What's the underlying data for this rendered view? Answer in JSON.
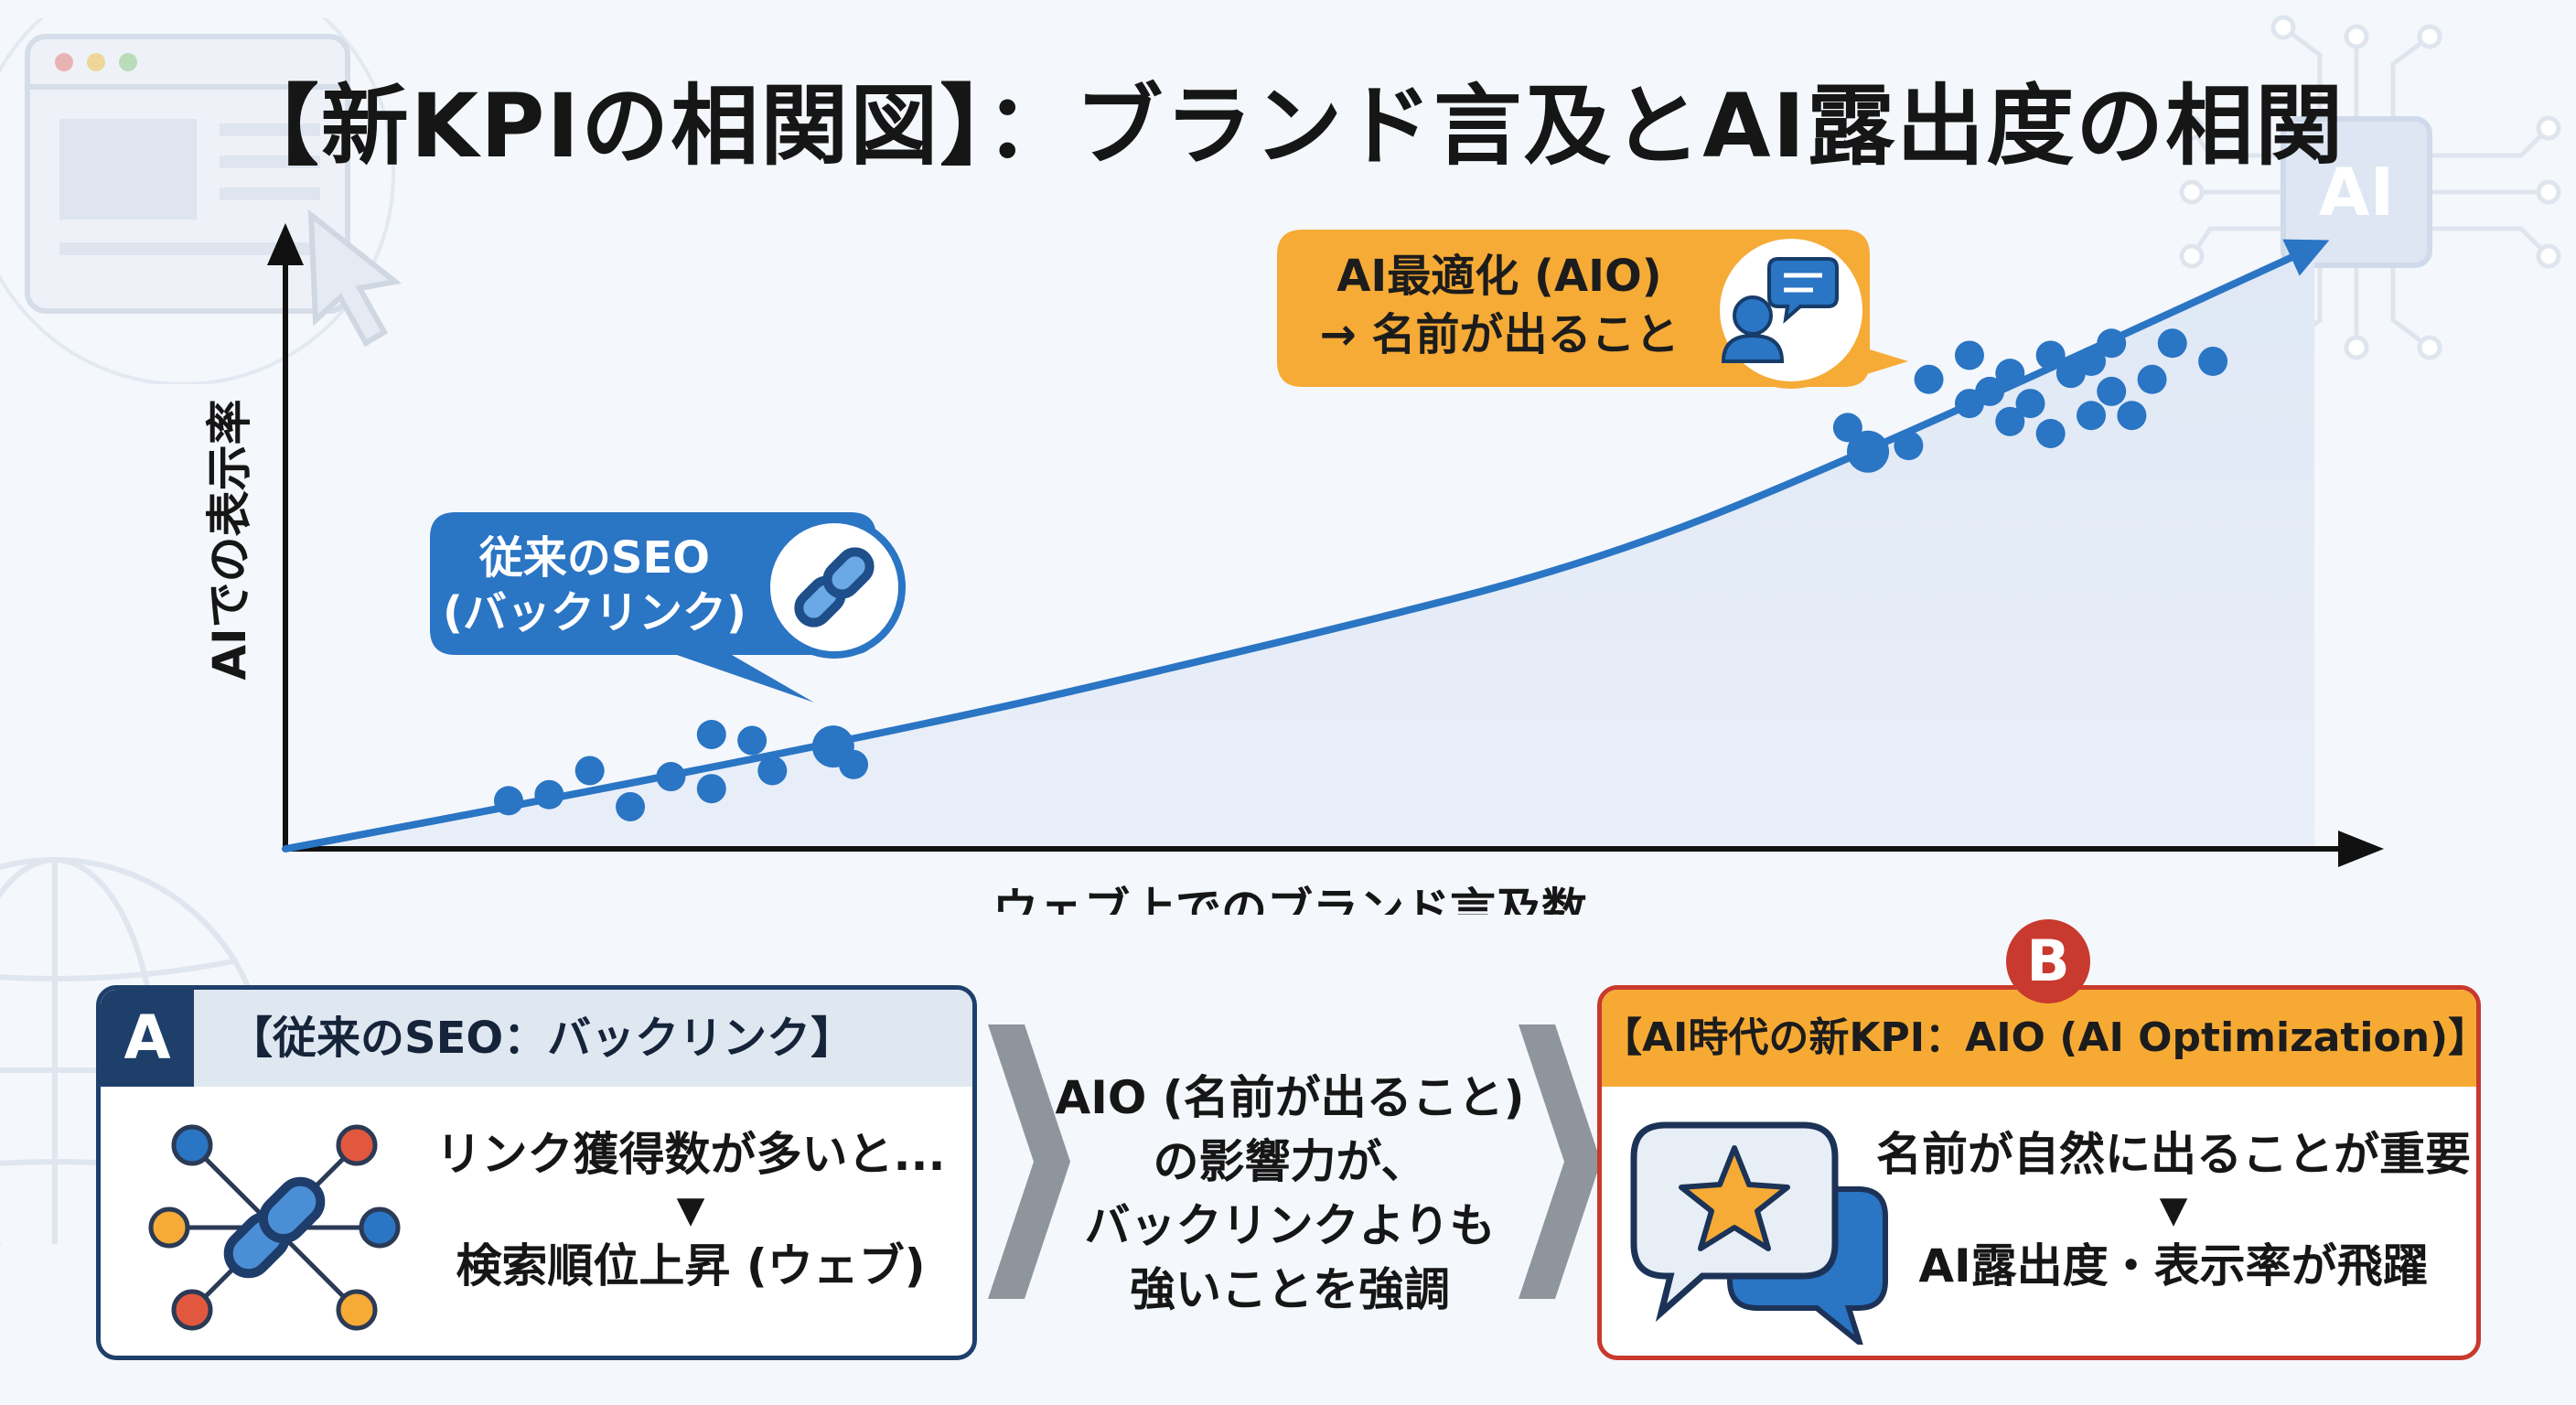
{
  "title": "【新KPIの相関図】：ブランド言及とAI露出度の相関",
  "chart_data": {
    "type": "scatter",
    "ylabel": "AIでの表示率",
    "xlabel": "ウェブ上でのブランド言及数",
    "xlim": [
      0,
      100
    ],
    "ylim": [
      0,
      100
    ],
    "grid": false,
    "series": [
      {
        "values": [
          {
            "x": 11,
            "y": 8
          },
          {
            "x": 13,
            "y": 9
          },
          {
            "x": 15,
            "y": 13
          },
          {
            "x": 17,
            "y": 7
          },
          {
            "x": 19,
            "y": 12
          },
          {
            "x": 21,
            "y": 10
          },
          {
            "x": 21,
            "y": 19
          },
          {
            "x": 23,
            "y": 18
          },
          {
            "x": 24,
            "y": 13
          },
          {
            "x": 27,
            "y": 16
          },
          {
            "x": 28,
            "y": 14
          },
          {
            "x": 77,
            "y": 70
          },
          {
            "x": 80,
            "y": 67
          },
          {
            "x": 81,
            "y": 78
          },
          {
            "x": 83,
            "y": 74
          },
          {
            "x": 83,
            "y": 82
          },
          {
            "x": 84,
            "y": 76
          },
          {
            "x": 85,
            "y": 71
          },
          {
            "x": 85,
            "y": 79
          },
          {
            "x": 86,
            "y": 74
          },
          {
            "x": 87,
            "y": 69
          },
          {
            "x": 87,
            "y": 82
          },
          {
            "x": 88,
            "y": 79
          },
          {
            "x": 89,
            "y": 72
          },
          {
            "x": 89,
            "y": 81
          },
          {
            "x": 90,
            "y": 76
          },
          {
            "x": 90,
            "y": 84
          },
          {
            "x": 91,
            "y": 72
          },
          {
            "x": 92,
            "y": 78
          },
          {
            "x": 93,
            "y": 84
          },
          {
            "x": 95,
            "y": 81
          }
        ]
      }
    ],
    "trend": [
      {
        "x": 0,
        "y": 0
      },
      {
        "x": 27,
        "y": 17
      },
      {
        "x": 50,
        "y": 35
      },
      {
        "x": 65,
        "y": 48
      },
      {
        "x": 78,
        "y": 66
      },
      {
        "x": 100,
        "y": 100
      }
    ],
    "highlight_points": [
      {
        "x": 27,
        "y": 17
      },
      {
        "x": 78,
        "y": 66
      }
    ],
    "annotations": [
      {
        "line1": "従来のSEO",
        "line2": "(バックリンク)",
        "icon": "link-icon",
        "color": "#2a75c4"
      },
      {
        "line1": "AI最適化 (AIO)",
        "line2": "→ 名前が出ること",
        "icon": "chat-user-icon",
        "color": "#f5ab36"
      }
    ],
    "colors": {
      "points": "#2a75c4",
      "trend": "#2a75c4",
      "area": "#dbe6f5"
    }
  },
  "box_a": {
    "badge": "A",
    "header": "【従来のSEO：バックリンク】",
    "line1": "リンク獲得数が多いと...",
    "arrow": "▼",
    "line2": "検索順位上昇 (ウェブ)",
    "icon": "link-network-icon"
  },
  "middle": {
    "line1": "AIO (名前が出ること)",
    "line2": "の影響力が、",
    "line3": "バックリンクよりも",
    "line4": "強いことを強調"
  },
  "box_b": {
    "badge": "B",
    "header": "【AI時代の新KPI：AIO (AI Optimization)】",
    "line1": "名前が自然に出ることが重要",
    "arrow": "▼",
    "line2": "AI露出度・表示率が飛躍",
    "icon": "star-chat-icon"
  },
  "deco": {
    "chip_label": "AI"
  },
  "theme": {
    "navy": "#1f3f6b",
    "blue": "#2a75c4",
    "orange": "#f5ab36",
    "red": "#c8392e"
  }
}
